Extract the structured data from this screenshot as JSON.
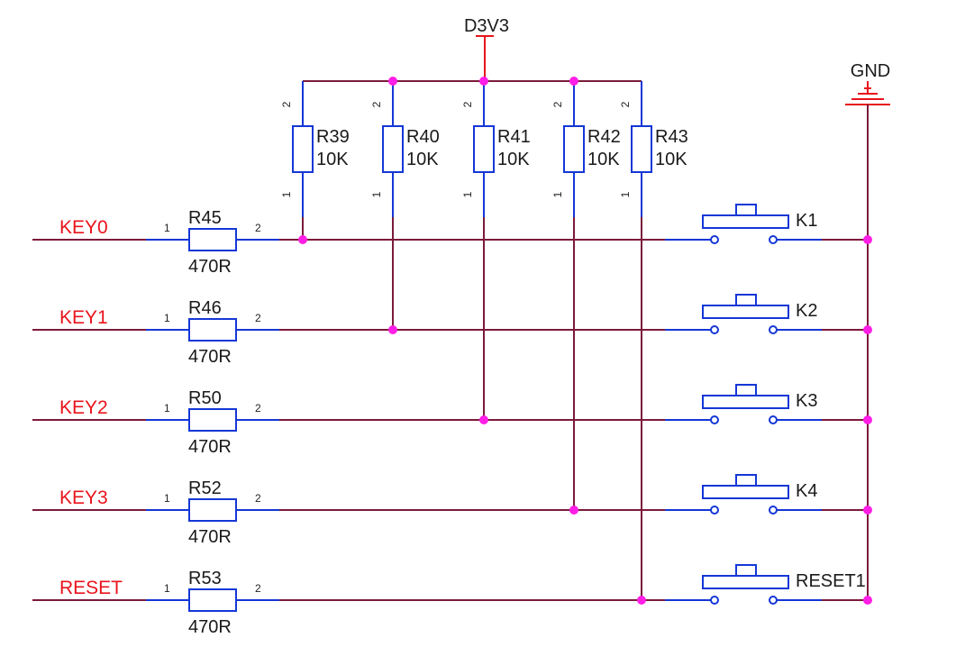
{
  "power": {
    "label": "D3V3"
  },
  "ground": {
    "label": "GND"
  },
  "net_color": "#e8141c",
  "wire_color": "#7b1a3a",
  "component_color": "#1437d6",
  "junction_color": "#ff1ee6",
  "pullups": [
    {
      "ref": "R39",
      "value": "10K",
      "pin_top": "2",
      "pin_bottom": "1"
    },
    {
      "ref": "R40",
      "value": "10K",
      "pin_top": "2",
      "pin_bottom": "1"
    },
    {
      "ref": "R41",
      "value": "10K",
      "pin_top": "2",
      "pin_bottom": "1"
    },
    {
      "ref": "R42",
      "value": "10K",
      "pin_top": "2",
      "pin_bottom": "1"
    },
    {
      "ref": "R43",
      "value": "10K",
      "pin_top": "2",
      "pin_bottom": "1"
    }
  ],
  "rows": [
    {
      "net": "KEY0",
      "res_ref": "R45",
      "res_value": "470R",
      "pin1": "1",
      "pin2": "2",
      "switch": "K1"
    },
    {
      "net": "KEY1",
      "res_ref": "R46",
      "res_value": "470R",
      "pin1": "1",
      "pin2": "2",
      "switch": "K2"
    },
    {
      "net": "KEY2",
      "res_ref": "R50",
      "res_value": "470R",
      "pin1": "1",
      "pin2": "2",
      "switch": "K3"
    },
    {
      "net": "KEY3",
      "res_ref": "R52",
      "res_value": "470R",
      "pin1": "1",
      "pin2": "2",
      "switch": "K4"
    },
    {
      "net": "RESET",
      "res_ref": "R53",
      "res_value": "470R",
      "pin1": "1",
      "pin2": "2",
      "switch": "RESET1"
    }
  ]
}
